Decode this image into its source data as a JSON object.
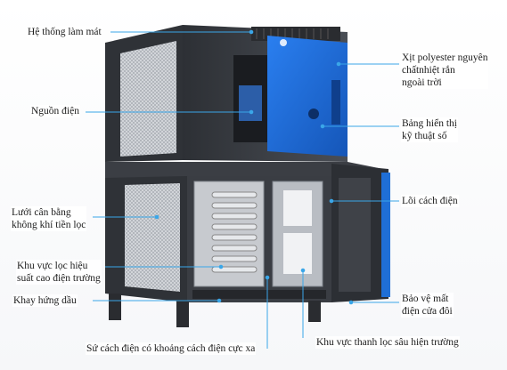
{
  "labels": {
    "cooling_system": "Hệ thống làm mát",
    "power_supply": "Nguồn điện",
    "pre_filter_mesh": [
      "Lưới cân bằng",
      "không khí tiền lọc"
    ],
    "efficient_filter_zone": [
      "Khu vực lọc hiệu",
      "suất cao điện trường"
    ],
    "oil_tray": "Khay hứng dầu",
    "insulator": "Sứ cách điện có khoảng cách điện cực xa",
    "polyester_spray": [
      "Xịt polyester nguyên",
      "chấtnhiệt rắn",
      "ngoài trời"
    ],
    "digital_display": [
      "Bảng hiển thị",
      "kỹ thuật số"
    ],
    "insulation_core": "Lõi cách điện",
    "door_protection": [
      "Bảo vệ mất",
      "điện cửa đôi"
    ],
    "deep_filter_zone": "Khu vực thanh lọc sâu hiện trường"
  },
  "colors": {
    "body": "#3b3e44",
    "panel_blue": "#1f6fd6",
    "leader_line": "#3aa6e8",
    "mesh": "#c9ccd0"
  },
  "icons": [
    "brand-logo-icon",
    "display-knob-icon"
  ]
}
